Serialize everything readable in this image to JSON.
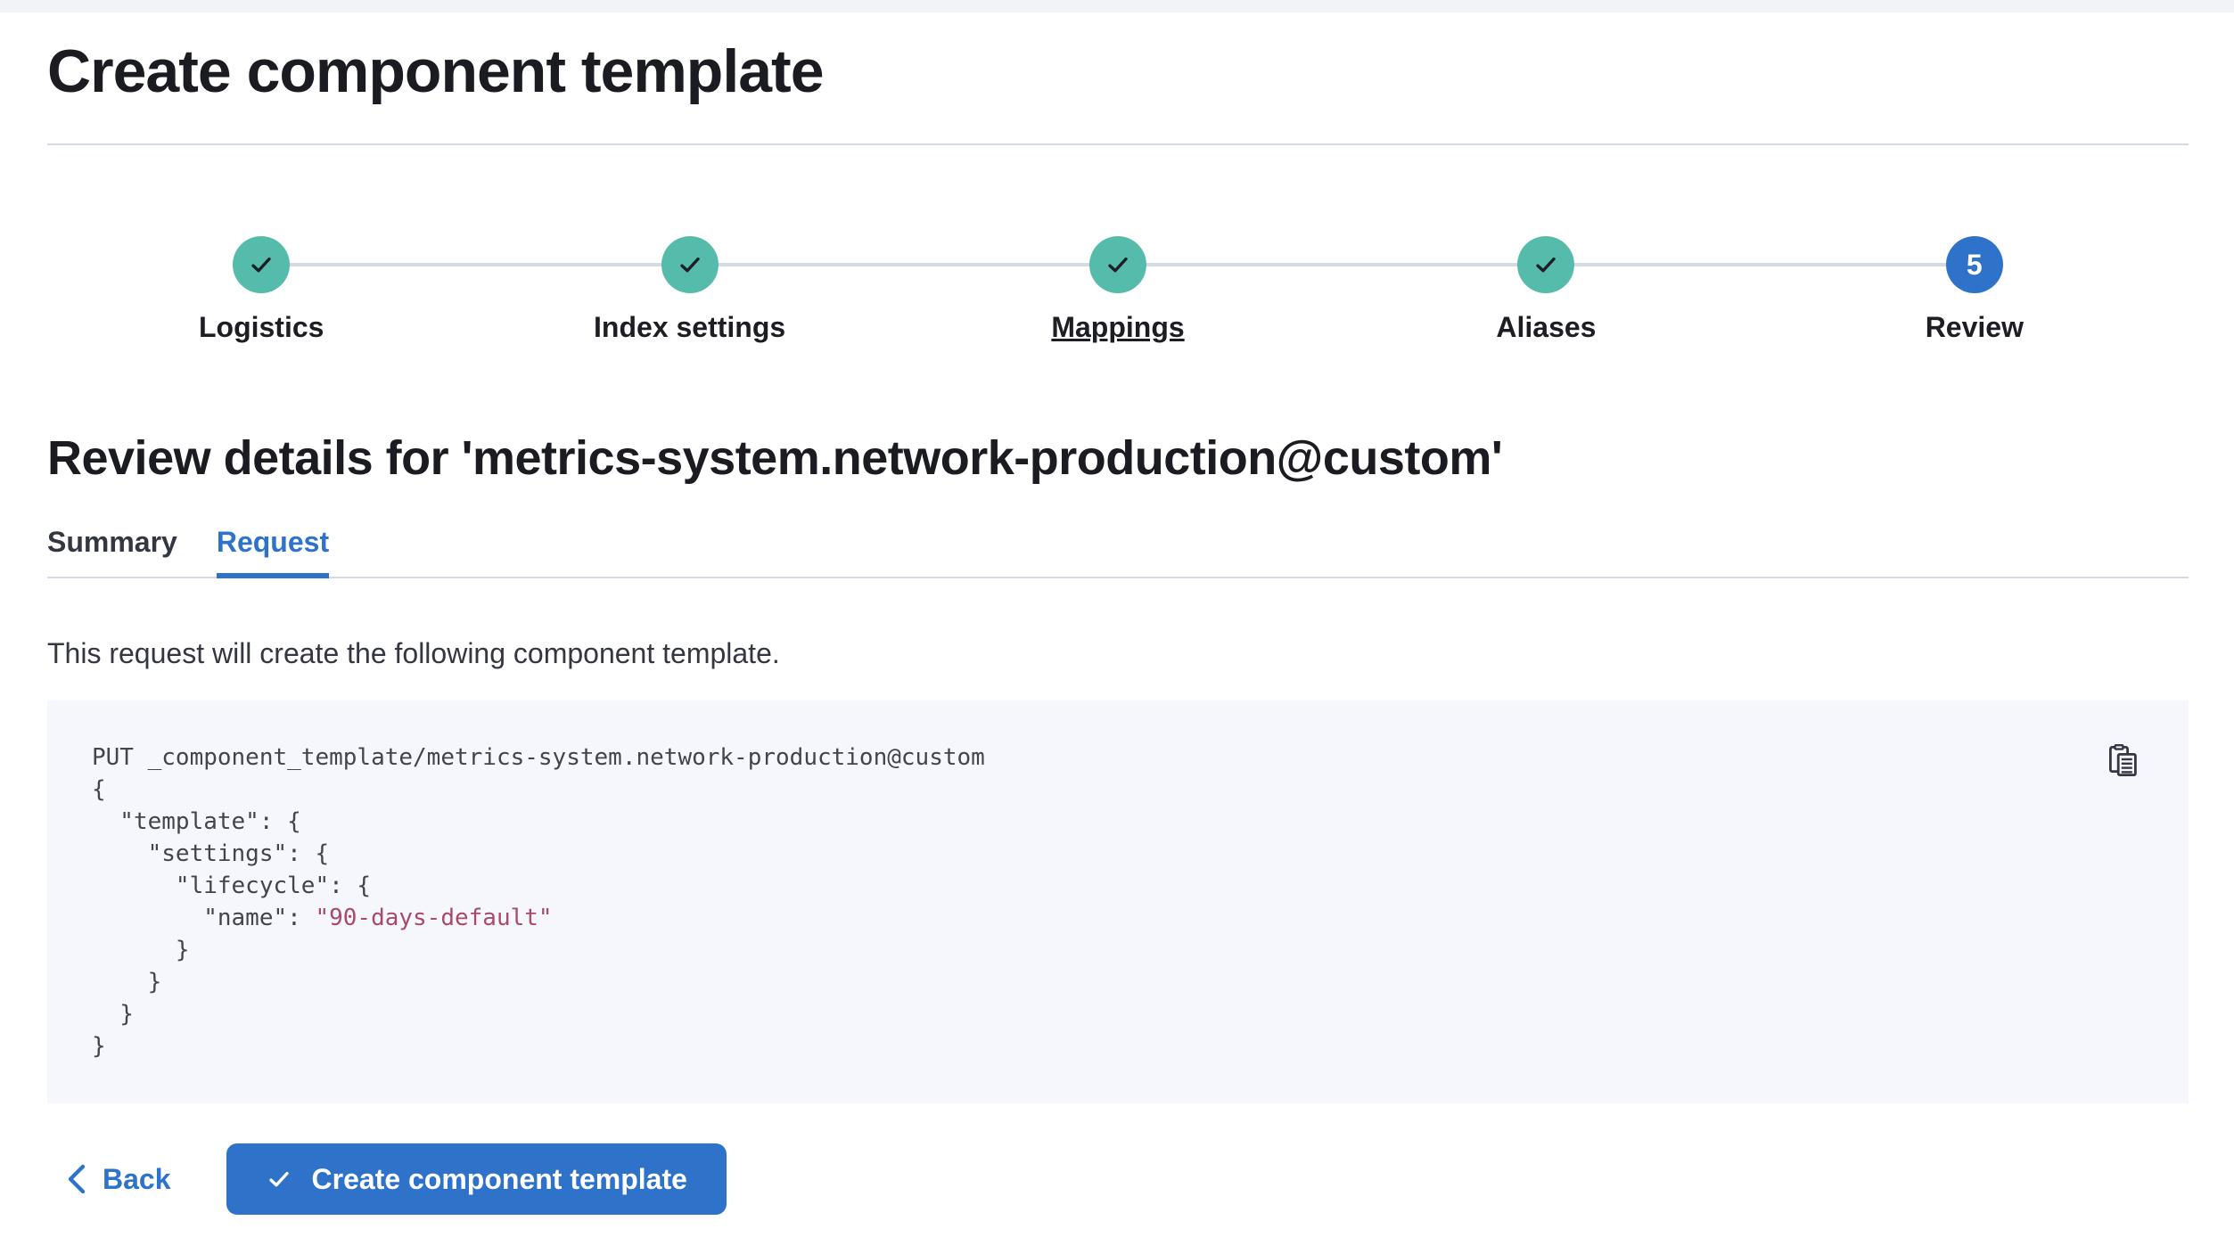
{
  "page": {
    "title": "Create component template"
  },
  "stepper": {
    "steps": [
      {
        "id": "logistics",
        "label": "Logistics",
        "status": "complete"
      },
      {
        "id": "index-settings",
        "label": "Index settings",
        "status": "complete"
      },
      {
        "id": "mappings",
        "label": "Mappings",
        "status": "complete",
        "underlined": true
      },
      {
        "id": "aliases",
        "label": "Aliases",
        "status": "complete"
      },
      {
        "id": "review",
        "label": "Review",
        "status": "current",
        "step_number": "5"
      }
    ]
  },
  "review": {
    "heading": "Review details for 'metrics-system.network-production@custom'",
    "tabs": {
      "summary": "Summary",
      "request": "Request"
    },
    "description": "This request will create the following component template."
  },
  "code_block": {
    "lines": [
      [
        {
          "text": "PUT _component_template/metrics-system.network-production@custom"
        }
      ],
      [
        {
          "text": "{"
        }
      ],
      [
        {
          "text": "  \"template\": {"
        }
      ],
      [
        {
          "text": "    \"settings\": {"
        }
      ],
      [
        {
          "text": "      \"lifecycle\": {"
        }
      ],
      [
        {
          "text": "        \"name\": "
        },
        {
          "text": "\"90-days-default\"",
          "type": "string"
        }
      ],
      [
        {
          "text": "      }"
        }
      ],
      [
        {
          "text": "    }"
        }
      ],
      [
        {
          "text": "  }"
        }
      ],
      [
        {
          "text": "}"
        }
      ]
    ]
  },
  "footer": {
    "back_label": "Back",
    "create_label": "Create component template"
  },
  "colors": {
    "success_teal": "#55BCAC",
    "primary_blue": "#2E72C9",
    "border_gray": "#D3DAE6",
    "code_background": "#F6F7FC",
    "code_string": "#A84A68"
  }
}
